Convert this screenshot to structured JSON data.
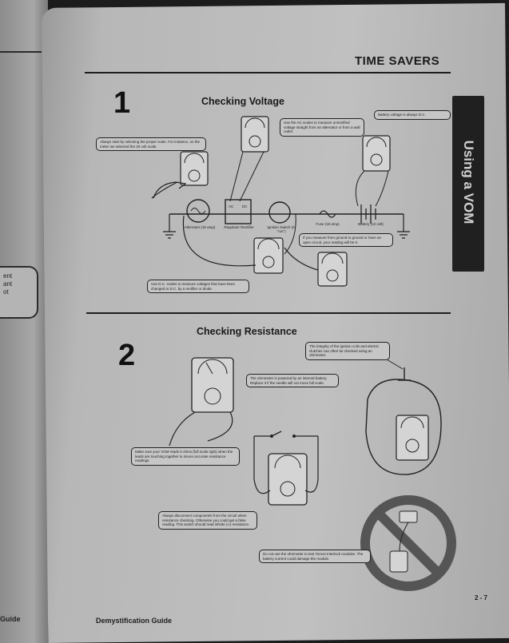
{
  "left_page": {
    "box_fragments": [
      "ent",
      "ant",
      "ot"
    ],
    "footer": "Guide"
  },
  "header": "TIME SAVERS",
  "side_tab": "Using a VOM",
  "section1": {
    "number": "1",
    "title": "Checking Voltage",
    "notes": {
      "start": "Always start by selecting the proper scale. For instance, on the meter we selected the 20 volt scale.",
      "ac": "Use the AC scales to measure unrectified voltage straight from an alternator or from a wall outlet.",
      "battery": "Battery voltage is always D.C.",
      "ground": "If you measure from ground to ground or have an open circuit, your reading will be 0.",
      "dc": "Use D.C. scales to measure voltages that have been changed to D.C. by a rectifier or diode."
    },
    "labels": {
      "alternator": "Alternator (15 amp)",
      "regulator": "Regulator Rectifier",
      "ignition": "Ignition Switch (in \"run\")",
      "fuse": "Fuse (15 amp)",
      "battery": "Battery (12 volt)",
      "ac": "AC",
      "dc": "DC"
    }
  },
  "section2": {
    "number": "2",
    "title": "Checking Resistance",
    "notes": {
      "ignition": "The integrity of the ignition coils and electric clutches can often be checked using an ohmmeter.",
      "battery": "The ohmmeter is powered by an internal battery. Replace it if the needle will not move full scale.",
      "zero": "Make sure your VOM reads 0 ohms (full scale right) when the leads are touching together to insure accurate resistance readings.",
      "disconnect": "Always disconnect components from the circuit when resistance checking. Otherwise you could get a false reading. This switch should read infinite (∞) resistance.",
      "module": "Do not use the ohmmeter to test Tomos Interlock modules. The battery current could damage the module."
    }
  },
  "footer": {
    "title": "Demystification Guide",
    "page": "2 - 7"
  }
}
